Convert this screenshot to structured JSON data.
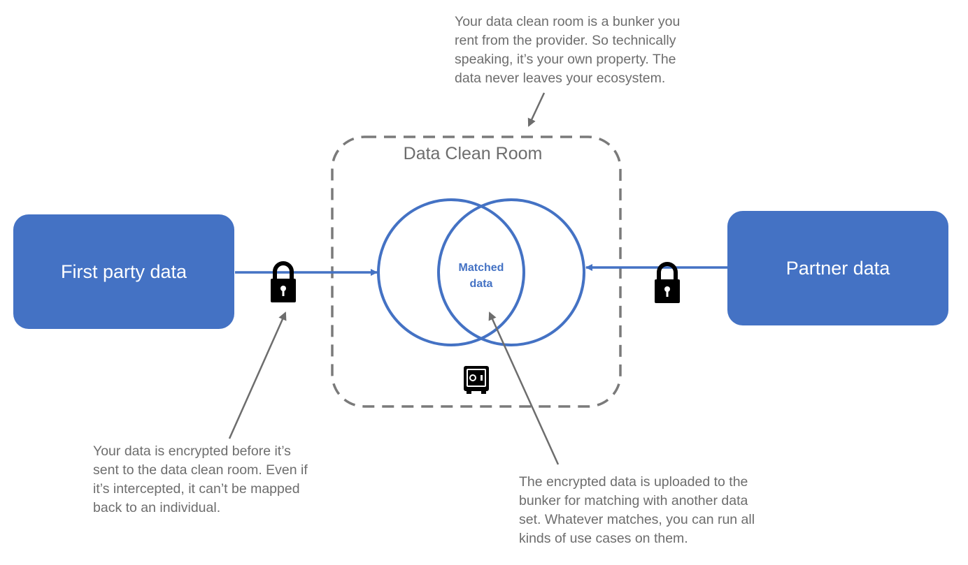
{
  "diagram": {
    "room_title": "Data Clean Room",
    "matched_label": [
      "Matched",
      "data"
    ],
    "first_party_label": "First party data",
    "partner_label": "Partner data",
    "notes": {
      "top": [
        "Your data clean room is a bunker you",
        "rent from the provider. So technically",
        "speaking, it’s your own property. The",
        "data never leaves your ecosystem."
      ],
      "left": [
        "Your data is encrypted before it’s",
        "sent to the data clean room. Even if",
        "it’s intercepted, it can’t be mapped",
        "back to an individual."
      ],
      "right": [
        "The encrypted data is uploaded to the",
        "bunker for matching with another data",
        "set. Whatever matches, you can run all",
        "kinds of use cases on them."
      ]
    },
    "icons": {
      "left_lock": "lock-icon",
      "right_lock": "lock-icon",
      "safe": "safe-icon"
    },
    "colors": {
      "accent": "#4472C4",
      "annotation_gray": "#6d6d6d",
      "border_gray": "#7a7a7a",
      "icon": "#000000"
    }
  }
}
